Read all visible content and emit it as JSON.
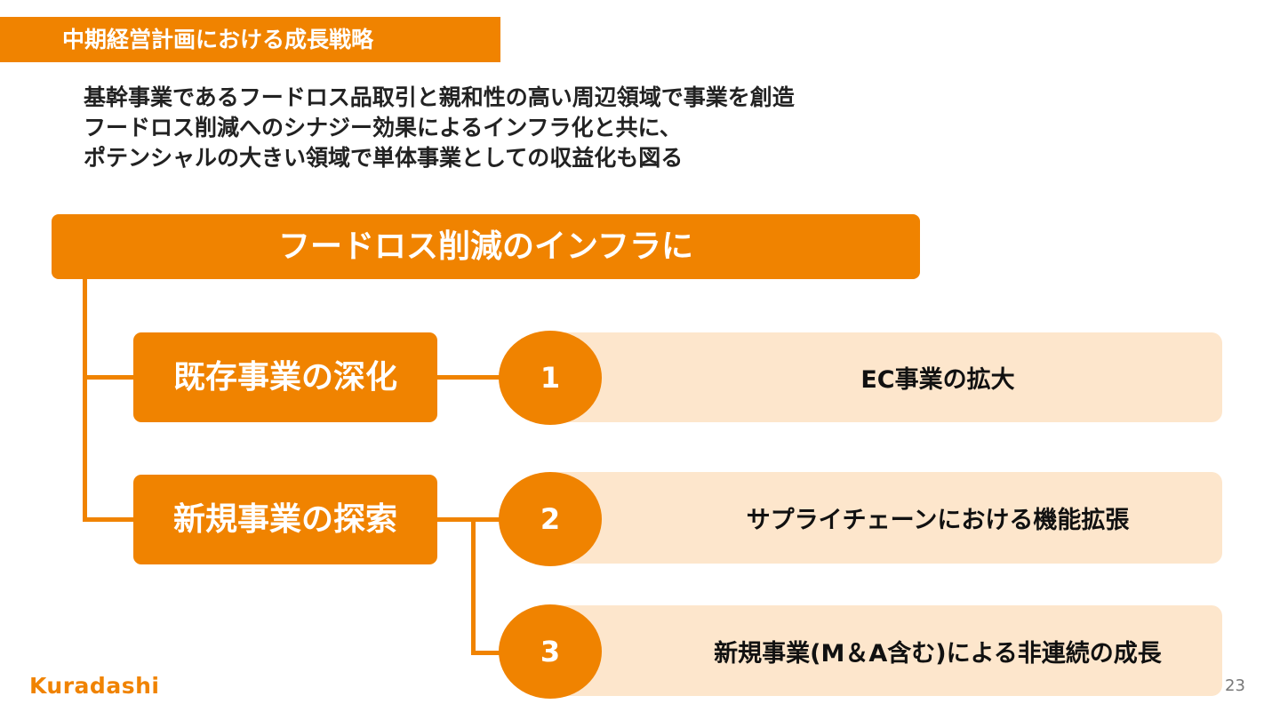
{
  "header": {
    "title": "中期経営計画における成長戦略"
  },
  "summary": {
    "lines": [
      "基幹事業であるフードロス品取引と親和性の高い周辺領域で事業を創造",
      "フードロス削減へのシナジー効果によるインフラ化と共に、",
      "ポテンシャルの大きい領域で単体事業としての収益化も図る"
    ]
  },
  "diagram": {
    "root": "フードロス削減のインフラに",
    "categories": [
      {
        "label": "既存事業の深化"
      },
      {
        "label": "新規事業の探索"
      }
    ],
    "items": [
      {
        "number": "1",
        "label": "EC事業の拡大"
      },
      {
        "number": "2",
        "label": "サプライチェーンにおける機能拡張"
      },
      {
        "number": "3",
        "label": "新規事業(M＆A含む)による非連続の成長"
      }
    ]
  },
  "footer": {
    "logo_text": "Kuradashi",
    "page_number": "23"
  },
  "colors": {
    "accent": "#f08300",
    "item_bg": "#fde6cc"
  }
}
